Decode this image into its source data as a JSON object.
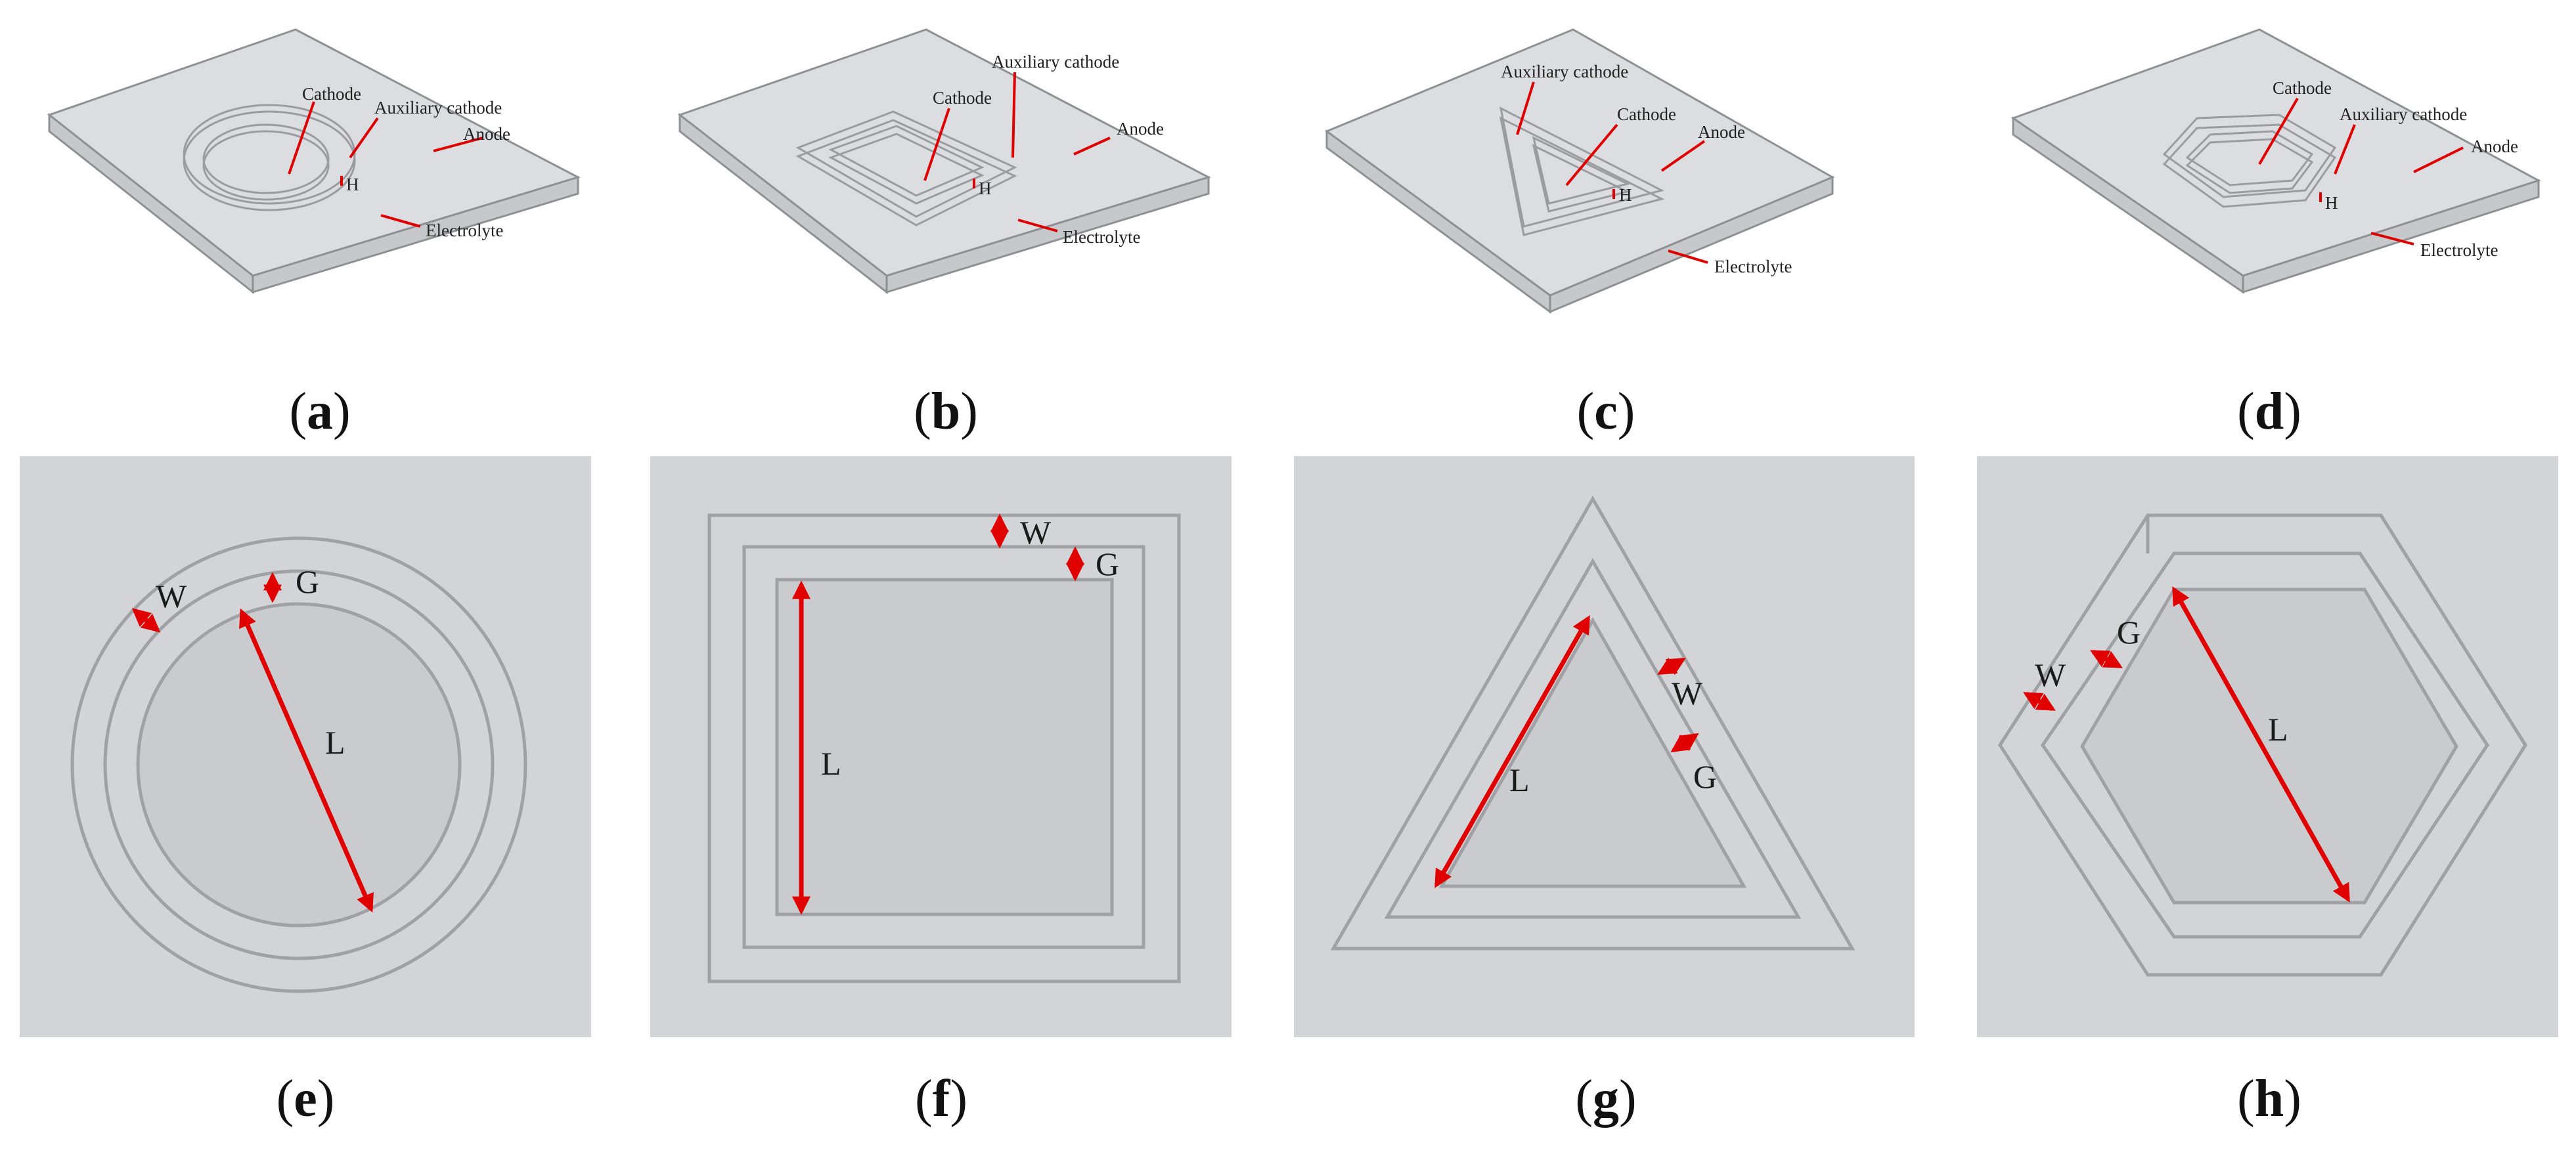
{
  "labels": {
    "cathode": "Cathode",
    "auxiliary_cathode": "Auxiliary cathode",
    "anode": "Anode",
    "electrolyte": "Electrolyte",
    "h": "H",
    "w": "W",
    "g": "G",
    "l": "L"
  },
  "captions": {
    "a": "a",
    "b": "b",
    "c": "c",
    "d": "d",
    "e": "e",
    "f": "f",
    "g": "g",
    "h": "h"
  },
  "colors": {
    "annotation": "#e00000",
    "surface": "#d2d4d8",
    "edge": "#9fa1a5"
  }
}
